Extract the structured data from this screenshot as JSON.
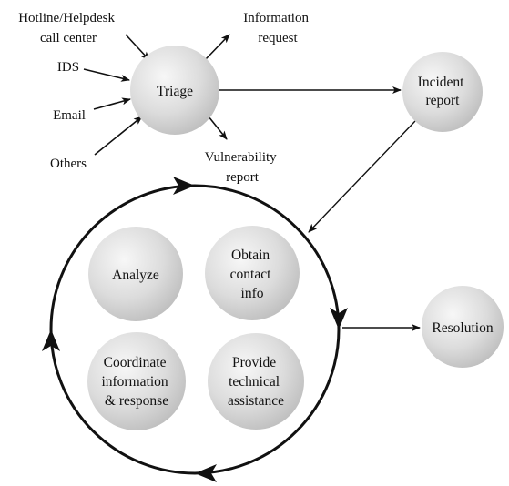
{
  "sources": [
    {
      "id": "hotline",
      "lines": [
        "Hotline/Helpdesk",
        "call center"
      ]
    },
    {
      "id": "ids",
      "lines": [
        "IDS"
      ]
    },
    {
      "id": "email",
      "lines": [
        "Email"
      ]
    },
    {
      "id": "others",
      "lines": [
        "Others"
      ]
    }
  ],
  "triage": {
    "label": "Triage"
  },
  "outputs": [
    {
      "id": "information-request",
      "lines": [
        "Information",
        "request"
      ]
    },
    {
      "id": "vulnerability-report",
      "lines": [
        "Vulnerability",
        "report"
      ]
    }
  ],
  "incident_report": {
    "lines": [
      "Incident",
      "report"
    ]
  },
  "cycle_steps": [
    {
      "id": "analyze",
      "lines": [
        "Analyze"
      ]
    },
    {
      "id": "obtain-contact-info",
      "lines": [
        "Obtain",
        "contact",
        "info"
      ]
    },
    {
      "id": "coordinate",
      "lines": [
        "Coordinate",
        "information",
        "& response"
      ]
    },
    {
      "id": "technical-assistance",
      "lines": [
        "Provide",
        "technical",
        "assistance"
      ]
    }
  ],
  "resolution": {
    "label": "Resolution"
  },
  "colors": {
    "node_light": "#f7f7f7",
    "node_dark": "#b9b9b9",
    "stroke": "#111111"
  }
}
